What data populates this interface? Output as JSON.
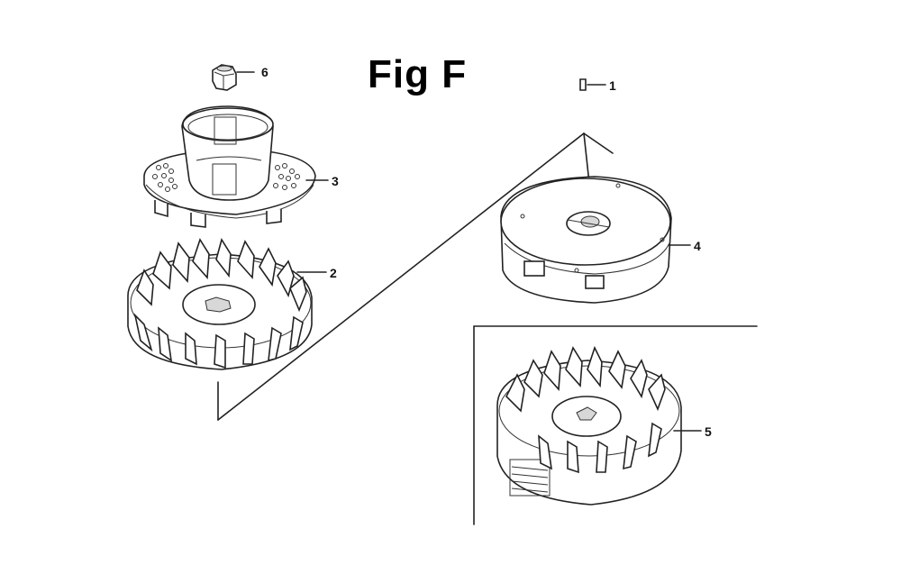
{
  "figure": {
    "title": "Fig F",
    "callouts": [
      {
        "id": "c1",
        "label": "1"
      },
      {
        "id": "c2",
        "label": "2"
      },
      {
        "id": "c3",
        "label": "3"
      },
      {
        "id": "c4",
        "label": "4"
      },
      {
        "id": "c5",
        "label": "5"
      },
      {
        "id": "c6",
        "label": "6"
      }
    ]
  }
}
